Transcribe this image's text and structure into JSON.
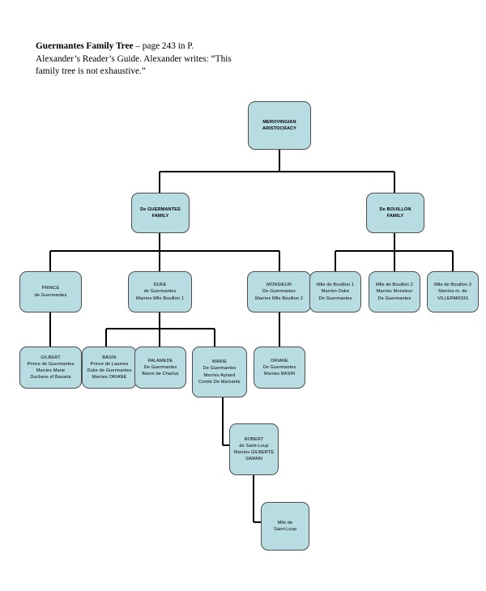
{
  "caption": {
    "title": "Guermantes Family Tree",
    "rest": " – page 243 in P. Alexander’s Reader’s Guide.  Alexander writes: “This family tree is not exhaustive.”"
  },
  "colors": {
    "node_fill": "#b7dde3",
    "node_border": "#4d4d4d",
    "connector": "#000000",
    "background": "#ffffff"
  },
  "chart_data": {
    "type": "diagram",
    "title": "Guermantes Family Tree",
    "orientation": "top-down",
    "nodes": [
      {
        "id": "merovingian",
        "lines": [
          "MEROVINGIAN",
          "ARISTOCRACY"
        ],
        "level": 0
      },
      {
        "id": "guermantes-family",
        "lines": [
          "De GUERMANTES",
          "FAMILY"
        ],
        "level": 1
      },
      {
        "id": "bouillon-family",
        "lines": [
          "De BOUILLON",
          "FAMILY"
        ],
        "level": 1
      },
      {
        "id": "prince",
        "lines": [
          "PRINCE",
          "de Guermantes"
        ],
        "level": 2
      },
      {
        "id": "duke",
        "lines": [
          "DUKE",
          "de Guermantes",
          "Marries Mlle Bouillon 1"
        ],
        "level": 2
      },
      {
        "id": "monsieur",
        "lines": [
          "MONSIEUR",
          "De Guermantes",
          "Marries Mlle Bouillon 2"
        ],
        "level": 2
      },
      {
        "id": "bouillon-1",
        "lines": [
          "Mlle de Bouillon 1",
          "Marries Duke",
          "De Guermantes"
        ],
        "level": 2
      },
      {
        "id": "bouillon-2",
        "lines": [
          "Mlle de Bouillon 2",
          "Marries Monsieur",
          "De Guermantes"
        ],
        "level": 2
      },
      {
        "id": "bouillon-3",
        "lines": [
          "Mlle de Bouillon 3",
          "Marries m. de",
          "VILLEPARISIS"
        ],
        "level": 2
      },
      {
        "id": "gilbert",
        "lines": [
          "GILBERT",
          "Prince de Guermantes",
          "Marries Marie",
          "Duchess of Bavaria"
        ],
        "level": 3
      },
      {
        "id": "basin",
        "lines": [
          "BASIN",
          "Prince de Laumes",
          "Duke de Guermantes",
          "Marries ORIANE"
        ],
        "level": 3
      },
      {
        "id": "palamede",
        "lines": [
          "PALAMEDE",
          "De Guermantes",
          "Baron de Charlus"
        ],
        "level": 3
      },
      {
        "id": "marie",
        "lines": [
          "MARIE",
          "De Guermantes",
          "Marries Aynard",
          "Comte De Marsante"
        ],
        "level": 3
      },
      {
        "id": "oriane",
        "lines": [
          "ORIANE",
          "De Guermantes",
          "Marries BASIN"
        ],
        "level": 3
      },
      {
        "id": "robert",
        "lines": [
          "ROBERT",
          "de Saint-Loup",
          "Marries GILBERTE",
          "SWANN"
        ],
        "level": 4
      },
      {
        "id": "mlle-saint-loup",
        "lines": [
          "Mlle de",
          "Saint-Loup"
        ],
        "level": 5
      }
    ],
    "edges": [
      {
        "from": "merovingian",
        "to": "guermantes-family"
      },
      {
        "from": "merovingian",
        "to": "bouillon-family"
      },
      {
        "from": "guermantes-family",
        "to": "prince"
      },
      {
        "from": "guermantes-family",
        "to": "duke"
      },
      {
        "from": "guermantes-family",
        "to": "monsieur"
      },
      {
        "from": "bouillon-family",
        "to": "bouillon-1"
      },
      {
        "from": "bouillon-family",
        "to": "bouillon-2"
      },
      {
        "from": "bouillon-family",
        "to": "bouillon-3"
      },
      {
        "from": "prince",
        "to": "gilbert"
      },
      {
        "from": "duke",
        "to": "basin"
      },
      {
        "from": "duke",
        "to": "palamede"
      },
      {
        "from": "duke",
        "to": "marie"
      },
      {
        "from": "monsieur",
        "to": "oriane"
      },
      {
        "from": "marie",
        "to": "robert"
      },
      {
        "from": "robert",
        "to": "mlle-saint-loup"
      }
    ]
  }
}
